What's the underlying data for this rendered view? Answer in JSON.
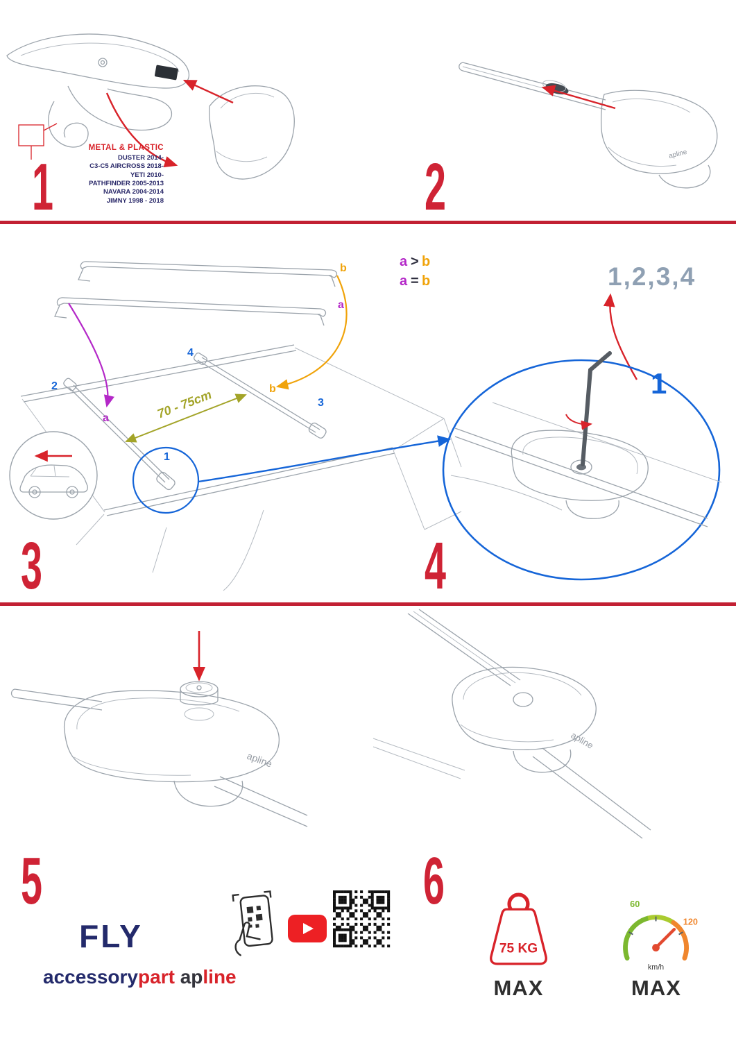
{
  "colors": {
    "step_red": "#cf2335",
    "brand_red": "#d8232a",
    "blue": "#1565d8",
    "purple": "#b428c8",
    "orange": "#f0a30a",
    "olive": "#a3a428",
    "navy": "#232a6b",
    "sequence_gray": "#8fa0b3",
    "youtube_red": "#ed2024",
    "speed_green": "#7cb82f",
    "speed_orange": "#f0862d"
  },
  "steps": {
    "s1": "1",
    "s2": "2",
    "s3": "3",
    "s4": "4",
    "s5": "5",
    "s6": "6"
  },
  "step1": {
    "material_title": "METAL & PLASTIC",
    "models": [
      "DUSTER 2014-",
      "C3-C5 AIRCROSS 2018-",
      "YETI 2010-",
      "PATHFINDER 2005-2013",
      "NAVARA 2004-2014",
      "JIMNY 1998 - 2018"
    ]
  },
  "step3": {
    "bar_label_top": "b",
    "bar_label_bottom": "a",
    "rule_gt": {
      "a": "a",
      "op": ">",
      "b": "b"
    },
    "rule_eq": {
      "a": "a",
      "op": "=",
      "b": "b"
    },
    "distance": "70 - 75cm",
    "roof_labels": {
      "front_far": "2",
      "rear_far": "4",
      "rear_bar": "b",
      "rear_near": "3",
      "front_bar": "a",
      "front_near": "1"
    }
  },
  "step4": {
    "sequence": "1,2,3,4",
    "first": "1"
  },
  "brand_plate": "apline",
  "footer": {
    "fly": "FLY",
    "brand": {
      "accessory": "accessory",
      "part": "part",
      "ap": "ap",
      "line": "line"
    },
    "weight": {
      "value": "75 KG",
      "max": "MAX"
    },
    "speed": {
      "low": "60",
      "high": "120",
      "unit": "km/h",
      "max": "MAX"
    }
  }
}
